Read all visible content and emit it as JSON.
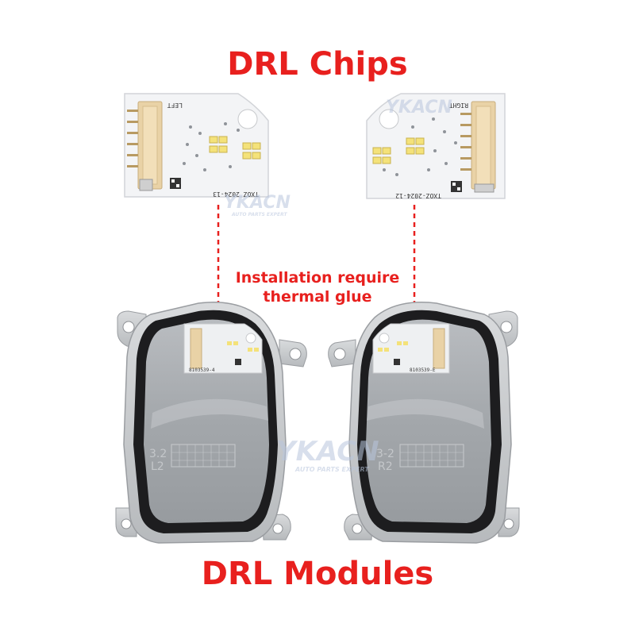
{
  "headline_top": "DRL Chips",
  "headline_bottom": "DRL Modules",
  "annotation": {
    "line1": "Installation require",
    "line2": "thermal glue"
  },
  "left_chip": {
    "side_label": "LEFT",
    "part_code": "TXOZ 2024-13"
  },
  "right_chip": {
    "side_label": "RIGHT",
    "part_code": "TXOZ-2024-12"
  },
  "left_module": {
    "stamp_top": "3.2",
    "stamp_bottom": "L2",
    "board_code": "8103539-4"
  },
  "right_module": {
    "stamp_top": "3-2",
    "stamp_bottom": "R2",
    "board_code": "8103539-E"
  },
  "watermark": {
    "brand": "YKACN",
    "tagline": "AUTO PARTS EXPERT"
  },
  "colors": {
    "accent_red": "#e8201e",
    "board_white": "#f3f4f6",
    "connector_beige": "#e9d2a6",
    "led_yellow": "#f4e27a",
    "housing_metal": "#a9acb0",
    "gasket_black": "#1d1d1f"
  }
}
